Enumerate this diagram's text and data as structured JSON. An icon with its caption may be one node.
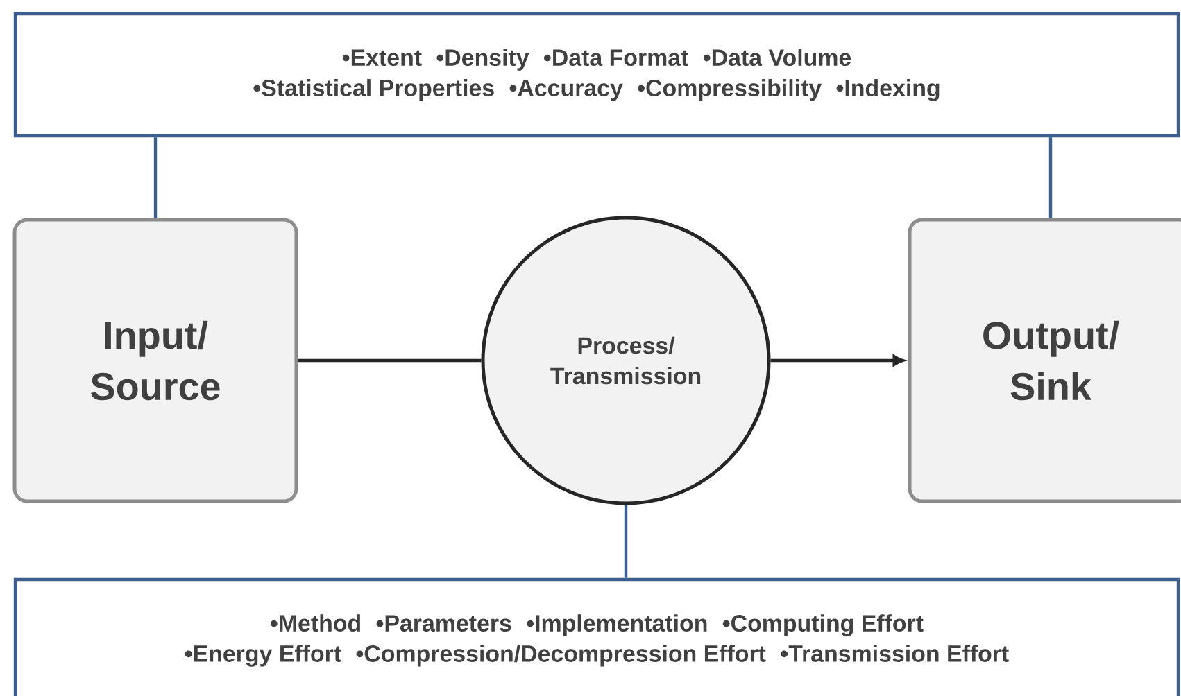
{
  "diagram": {
    "nodes": [
      {
        "text": [
          "•Extent",
          "•Density",
          "•Data Format",
          "•Data Volume",
          "•Statistical Properties",
          "•Accuracy",
          "•Compressibility",
          "•Indexing"
        ]
      },
      {
        "text": [
          "Input/ Source"
        ]
      },
      {
        "text": [
          "Process/ Transmission"
        ]
      },
      {
        "text": [
          "Output/ Sink"
        ]
      },
      {
        "text": [
          "•Method",
          "•Parameters",
          "•Implementation",
          "•Computing Effort",
          "•Energy Effort",
          "•Compression/Decompression Effort",
          "•Transmission Effort"
        ]
      }
    ],
    "edges": [
      {
        "from": 0,
        "to": 1,
        "arrow": "none"
      },
      {
        "from": 0,
        "to": 3,
        "arrow": "none"
      },
      {
        "from": 1,
        "to": 2,
        "arrow": "none",
        "color": "#262626"
      },
      {
        "from": 2,
        "to": 3,
        "arrow": "to",
        "color": "#262626"
      },
      {
        "from": 4,
        "to": 2,
        "arrow": "none"
      }
    ]
  }
}
